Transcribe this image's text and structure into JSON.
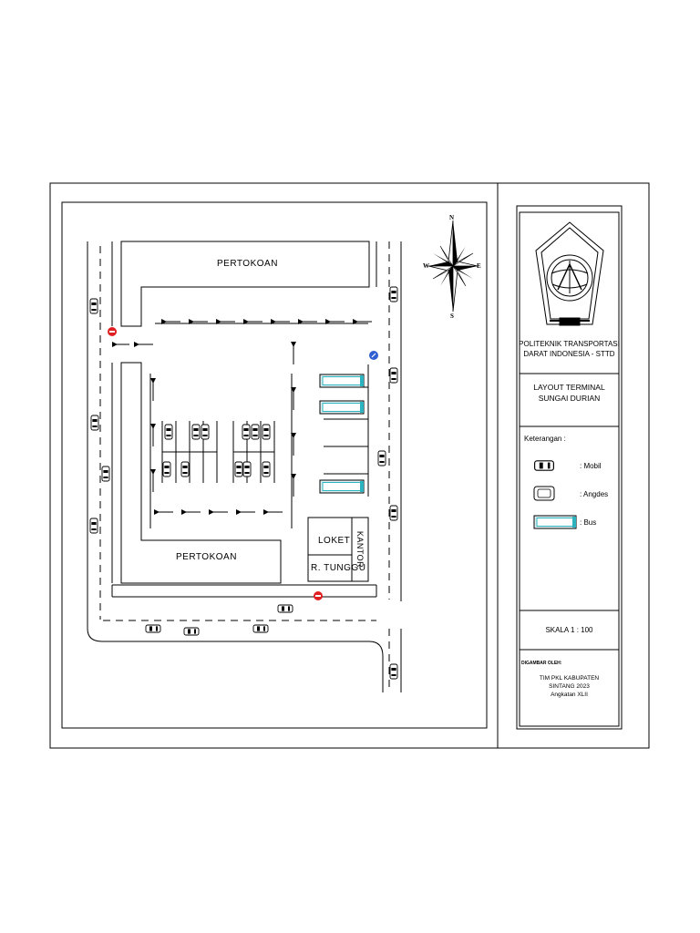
{
  "map": {
    "labels": {
      "pertokoan_top": "PERTOKOAN",
      "pertokoan_bottom": "PERTOKOAN",
      "loket": "LOKET",
      "ruang_tunggu": "R. TUNGGU",
      "kantor": "KANTOR"
    },
    "compass": {
      "n": "N",
      "s": "S",
      "e": "E",
      "w": "W"
    },
    "colors": {
      "line": "#000000",
      "bus_fill": "#dfeff2",
      "bus_accent": "#2bb3c0",
      "no_entry": "#e02020",
      "entry_sign": "#2f5fd0"
    }
  },
  "title_block": {
    "institution": [
      "POLITEKNIK TRANSPORTASI",
      "DARAT INDONESIA - STTD"
    ],
    "title": [
      "LAYOUT TERMINAL",
      "SUNGAI DURIAN"
    ],
    "legend_heading": "Keterangan :",
    "legend": [
      {
        "icon": "car-icon",
        "label": ": Mobil"
      },
      {
        "icon": "angdes-icon",
        "label": ": Angdes"
      },
      {
        "icon": "bus-icon",
        "label": ": Bus"
      }
    ],
    "scale": "SKALA 1 : 100",
    "drawn_by_heading": "DIGAMBAR OLEH:",
    "drawn_by": [
      "TIM PKL KABUPATEN",
      "SINTANG 2023",
      "Angkatan XLII"
    ]
  }
}
